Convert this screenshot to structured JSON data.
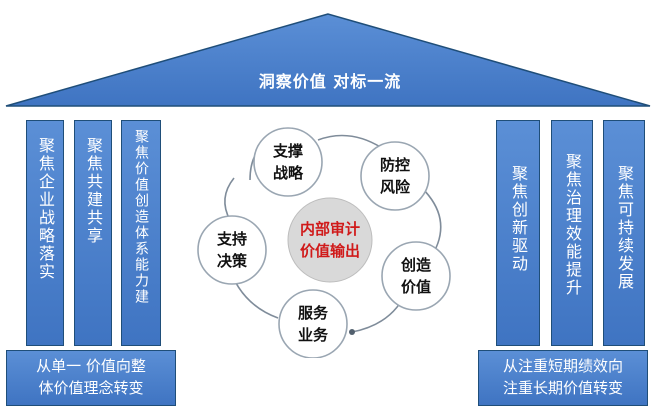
{
  "roof": {
    "title": "洞察价值    对标一流"
  },
  "left_pillars": [
    {
      "label": "聚焦企业战略落实"
    },
    {
      "label": "聚焦共建共享"
    },
    {
      "label": "聚焦价值创造体系能力建"
    }
  ],
  "right_pillars": [
    {
      "label": "聚焦创新驱动"
    },
    {
      "label": "聚焦治理效能提升"
    },
    {
      "label": "聚焦可持续发展"
    }
  ],
  "left_base": {
    "line1": "从单一 价值向整",
    "line2": "体价值理念转变"
  },
  "right_base": {
    "line1": "从注重短期绩效向",
    "line2": "注重长期价值转变"
  },
  "cycle": {
    "center_line1": "内部审计",
    "center_line2": "价值输出",
    "nodes": [
      {
        "l1": "支撑",
        "l2": "战略"
      },
      {
        "l1": "防控",
        "l2": "风险"
      },
      {
        "l1": "创造",
        "l2": "价值"
      },
      {
        "l1": "服务",
        "l2": "业务"
      },
      {
        "l1": "支持",
        "l2": "决策"
      }
    ]
  },
  "colors": {
    "fill": "#4a80cc",
    "border": "#1f4e79",
    "center_fill": "#d9d9d9",
    "center_text": "#d01a1a"
  }
}
